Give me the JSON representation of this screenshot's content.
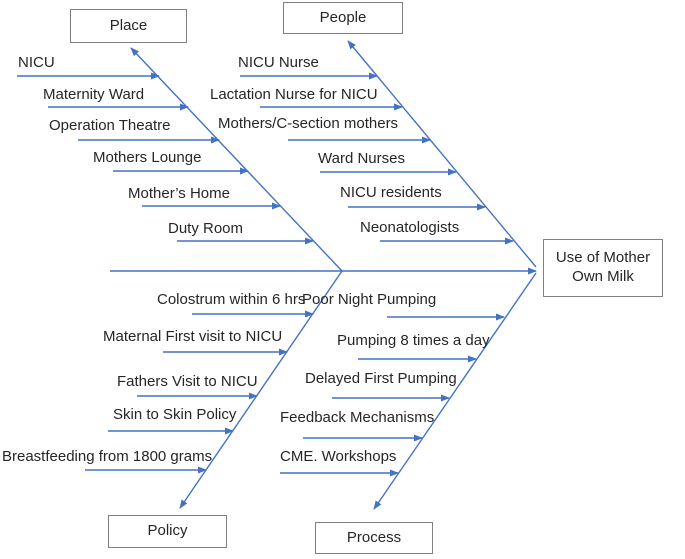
{
  "diagram_type": "fishbone-cause-effect",
  "colors": {
    "line-color": "#4472c4",
    "box-border": "#808080",
    "text-color": "#262626"
  },
  "effect": {
    "label": "Use of Mother Own Milk"
  },
  "categories": {
    "place": {
      "label": "Place",
      "items": [
        "NICU",
        "Maternity Ward",
        "Operation Theatre",
        "Mothers Lounge",
        "Mother’s Home",
        "Duty Room"
      ]
    },
    "people": {
      "label": "People",
      "items": [
        "NICU Nurse",
        "Lactation Nurse for NICU",
        "Mothers/C-section mothers",
        "Ward Nurses",
        "NICU residents",
        "Neonatologists"
      ]
    },
    "policy": {
      "label": "Policy",
      "items": [
        "Colostrum within 6 hrs",
        "Maternal First visit to NICU",
        "Fathers Visit to NICU",
        "Skin to Skin Policy",
        "Breastfeeding from 1800 grams"
      ]
    },
    "process": {
      "label": "Process",
      "items": [
        "Poor Night Pumping",
        "Pumping 8 times a day",
        "Delayed First Pumping",
        "Feedback Mechanisms",
        "CME. Workshops"
      ]
    }
  }
}
